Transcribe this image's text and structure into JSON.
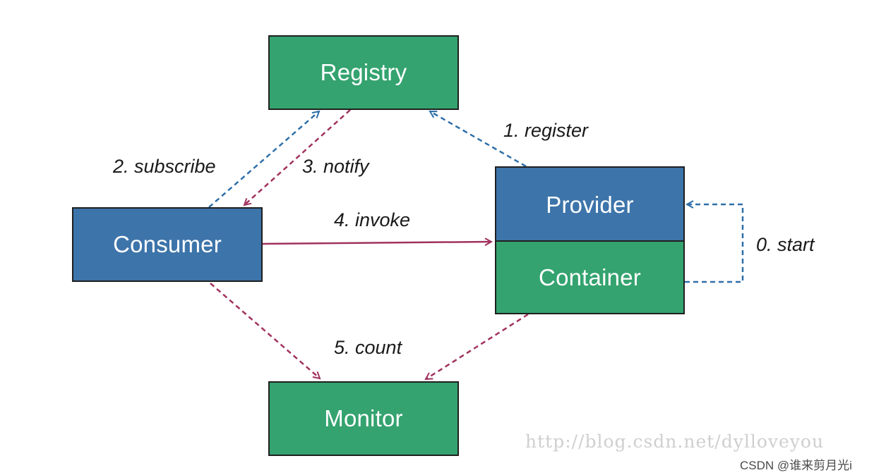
{
  "nodes": {
    "registry": "Registry",
    "consumer": "Consumer",
    "provider": "Provider",
    "container": "Container",
    "monitor": "Monitor"
  },
  "edges": {
    "start": "0. start",
    "register": "1. register",
    "subscribe": "2. subscribe",
    "notify": "3. notify",
    "invoke": "4. invoke",
    "count": "5. count"
  },
  "colors": {
    "node_green": "#34a36f",
    "node_blue": "#3d74aa",
    "arrow_blue": "#2e6fa8",
    "arrow_red": "#a0325e"
  },
  "watermark": "http://blog.csdn.net/dylloveyou",
  "credit": "CSDN @谁来剪月光i"
}
